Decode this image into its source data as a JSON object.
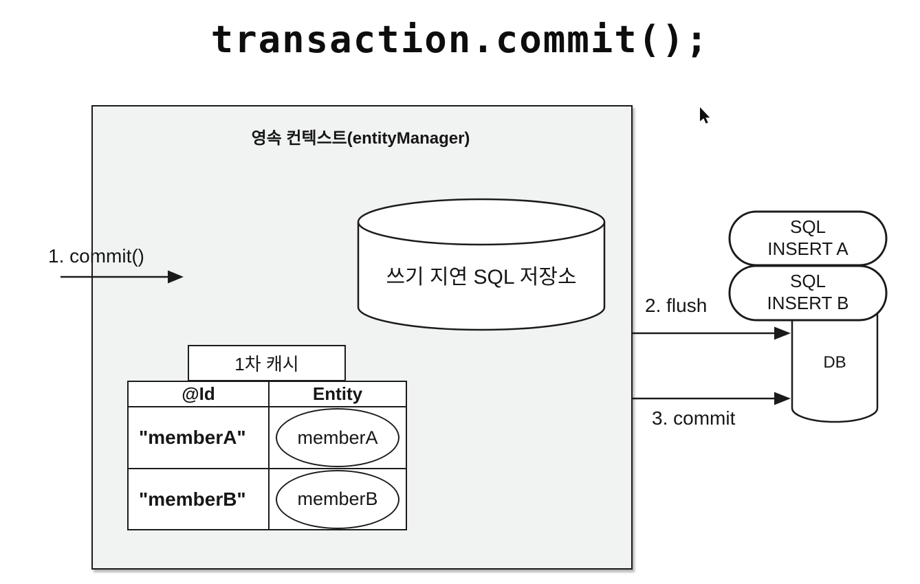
{
  "title": "transaction.commit();",
  "persistence_context": {
    "label": "영속 컨텍스트(entityManager)",
    "sql_store": {
      "label": "쓰기 지연 SQL 저장소"
    },
    "first_level_cache": {
      "label": "1차 캐시",
      "columns": [
        "@Id",
        "Entity"
      ],
      "rows": [
        {
          "id": "\"memberA\"",
          "entity": "memberA"
        },
        {
          "id": "\"memberB\"",
          "entity": "memberB"
        }
      ]
    }
  },
  "arrows": {
    "commit_in": "1. commit()",
    "flush": "2. flush",
    "commit_out": "3. commit"
  },
  "sql_statements": [
    {
      "line1": "SQL",
      "line2": "INSERT A"
    },
    {
      "line1": "SQL",
      "line2": "INSERT B"
    }
  ],
  "database": {
    "label": "DB"
  },
  "icons": {
    "cursor": "mouse-pointer-icon"
  },
  "colors": {
    "stroke": "#1b1b1b",
    "context_fill": "#f1f2f2",
    "shape_fill": "#ffffff",
    "page_background": "#ffffff"
  }
}
